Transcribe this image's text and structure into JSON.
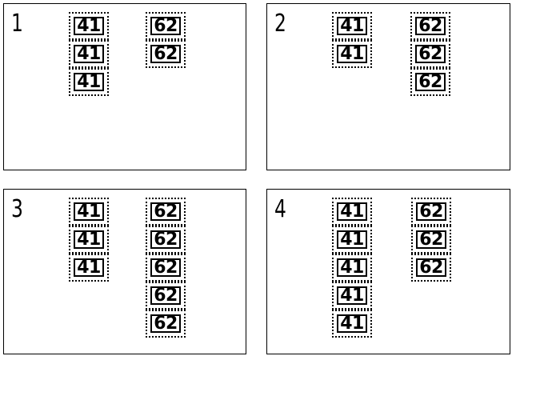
{
  "panels": [
    {
      "number": "1",
      "stamps": [
        {
          "value": "41",
          "count": 3
        },
        {
          "value": "62",
          "count": 2
        }
      ]
    },
    {
      "number": "2",
      "stamps": [
        {
          "value": "41",
          "count": 2
        },
        {
          "value": "62",
          "count": 3
        }
      ]
    },
    {
      "number": "3",
      "stamps": [
        {
          "value": "41",
          "count": 3
        },
        {
          "value": "62",
          "count": 5
        }
      ]
    },
    {
      "number": "4",
      "stamps": [
        {
          "value": "41",
          "count": 5
        },
        {
          "value": "62",
          "count": 3
        }
      ]
    }
  ]
}
